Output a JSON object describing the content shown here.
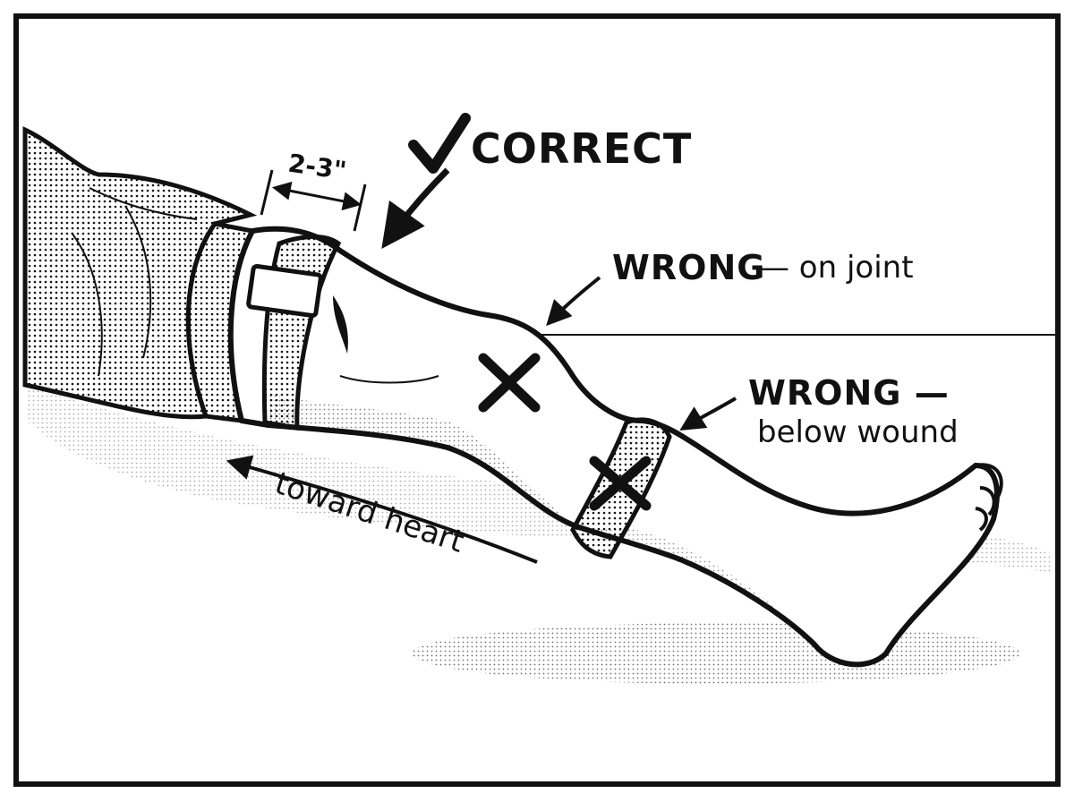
{
  "labels": {
    "correct": "CORRECT",
    "wrong_joint": "WRONG",
    "wrong_joint_suffix": "— on joint",
    "wrong_below": "WRONG —",
    "wrong_below_line2": "below wound",
    "toward_heart": "toward heart",
    "measurement": "2-3\""
  },
  "icons": [
    "check-icon",
    "cross-mark-icon",
    "arrow-icon"
  ],
  "colors": {
    "ink": "#111111",
    "paper": "#ffffff",
    "shade": "#bdbdbd"
  }
}
